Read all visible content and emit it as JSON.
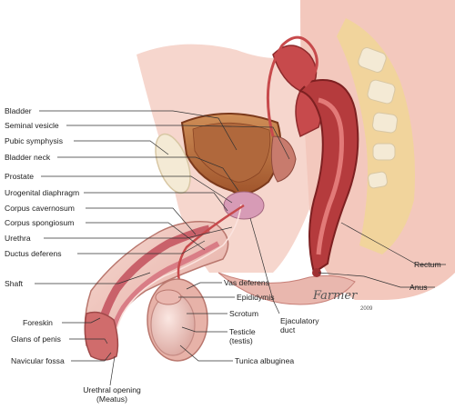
{
  "labels": {
    "bladder": "Bladder",
    "seminal_vesicle": "Seminal vesicle",
    "pubic_symphysis": "Pubic symphysis",
    "bladder_neck": "Bladder neck",
    "prostate": "Prostate",
    "urogenital_diaphragm": "Urogenital diaphragm",
    "corpus_cavernosum": "Corpus cavernosum",
    "corpus_spongiosum": "Corpus spongiosum",
    "urethra": "Urethra",
    "ductus_deferens": "Ductus deferens",
    "shaft": "Shaft",
    "foreskin": "Foreskin",
    "glans_of_penis": "Glans of penis",
    "navicular_fossa": "Navicular fossa",
    "urethral_opening_1": "Urethral opening",
    "urethral_opening_2": "(Meatus)",
    "vas_deferens": "Vas deferens",
    "epididymis": "Epididymis",
    "scrotum": "Scrotum",
    "testicle_1": "Testicle",
    "testicle_2": "(testis)",
    "tunica_albuginea": "Tunica albuginea",
    "ejaculatory_duct_1": "Ejaculatory",
    "ejaculatory_duct_2": "duct",
    "rectum": "Rectum",
    "anus": "Anus"
  },
  "signature": {
    "name": "Farmer",
    "year": "2009"
  },
  "colors": {
    "skin": "#e9b7ae",
    "skin_dark": "#c77f77",
    "tissue_red": "#b53b3d",
    "bladder": "#b9713f",
    "bone": "#f4ead5",
    "fat": "#f1d49c",
    "prostate": "#d79bb6",
    "background": "#ffffff"
  }
}
